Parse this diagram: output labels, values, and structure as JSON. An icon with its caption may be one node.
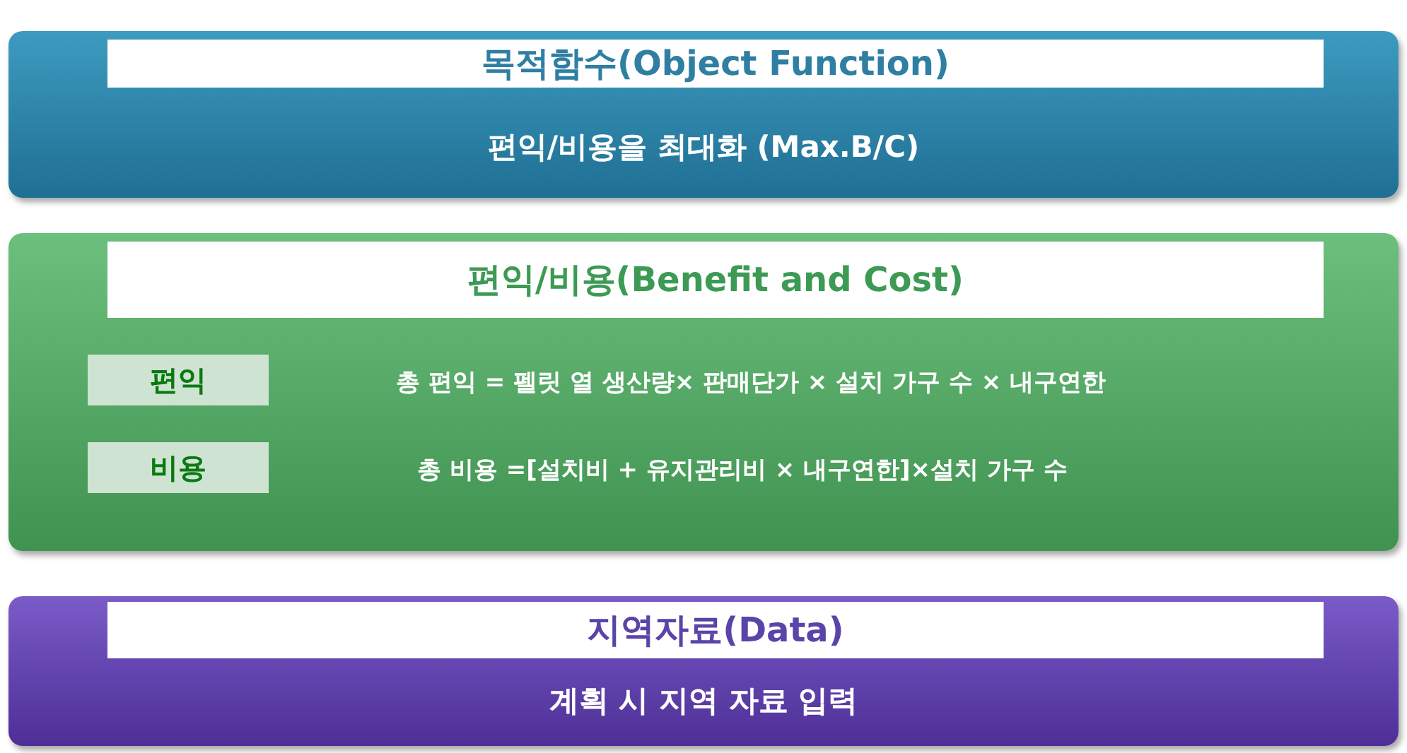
{
  "diagram": {
    "nodes": [
      {
        "text": [
          "목적함수(Object Function)",
          "편익/비용을 최대화 (Max.B/C)"
        ]
      },
      {
        "text": [
          "편익/비용(Benefit and Cost)"
        ]
      },
      {
        "text": [
          "편익"
        ],
        "in": 1
      },
      {
        "text": [
          "비용"
        ],
        "in": 1
      },
      {
        "text": [
          "지역자료(Data)",
          "계획 시 지역 자료 입력"
        ]
      }
    ],
    "labels": [
      "총 편익 = 펠릿 열 생산량× 판매단가 × 설치 가구 수 × 내구연한",
      "총 비용 =[설치비 + 유지관리비 × 내구연한]×설치 가구 수"
    ]
  }
}
